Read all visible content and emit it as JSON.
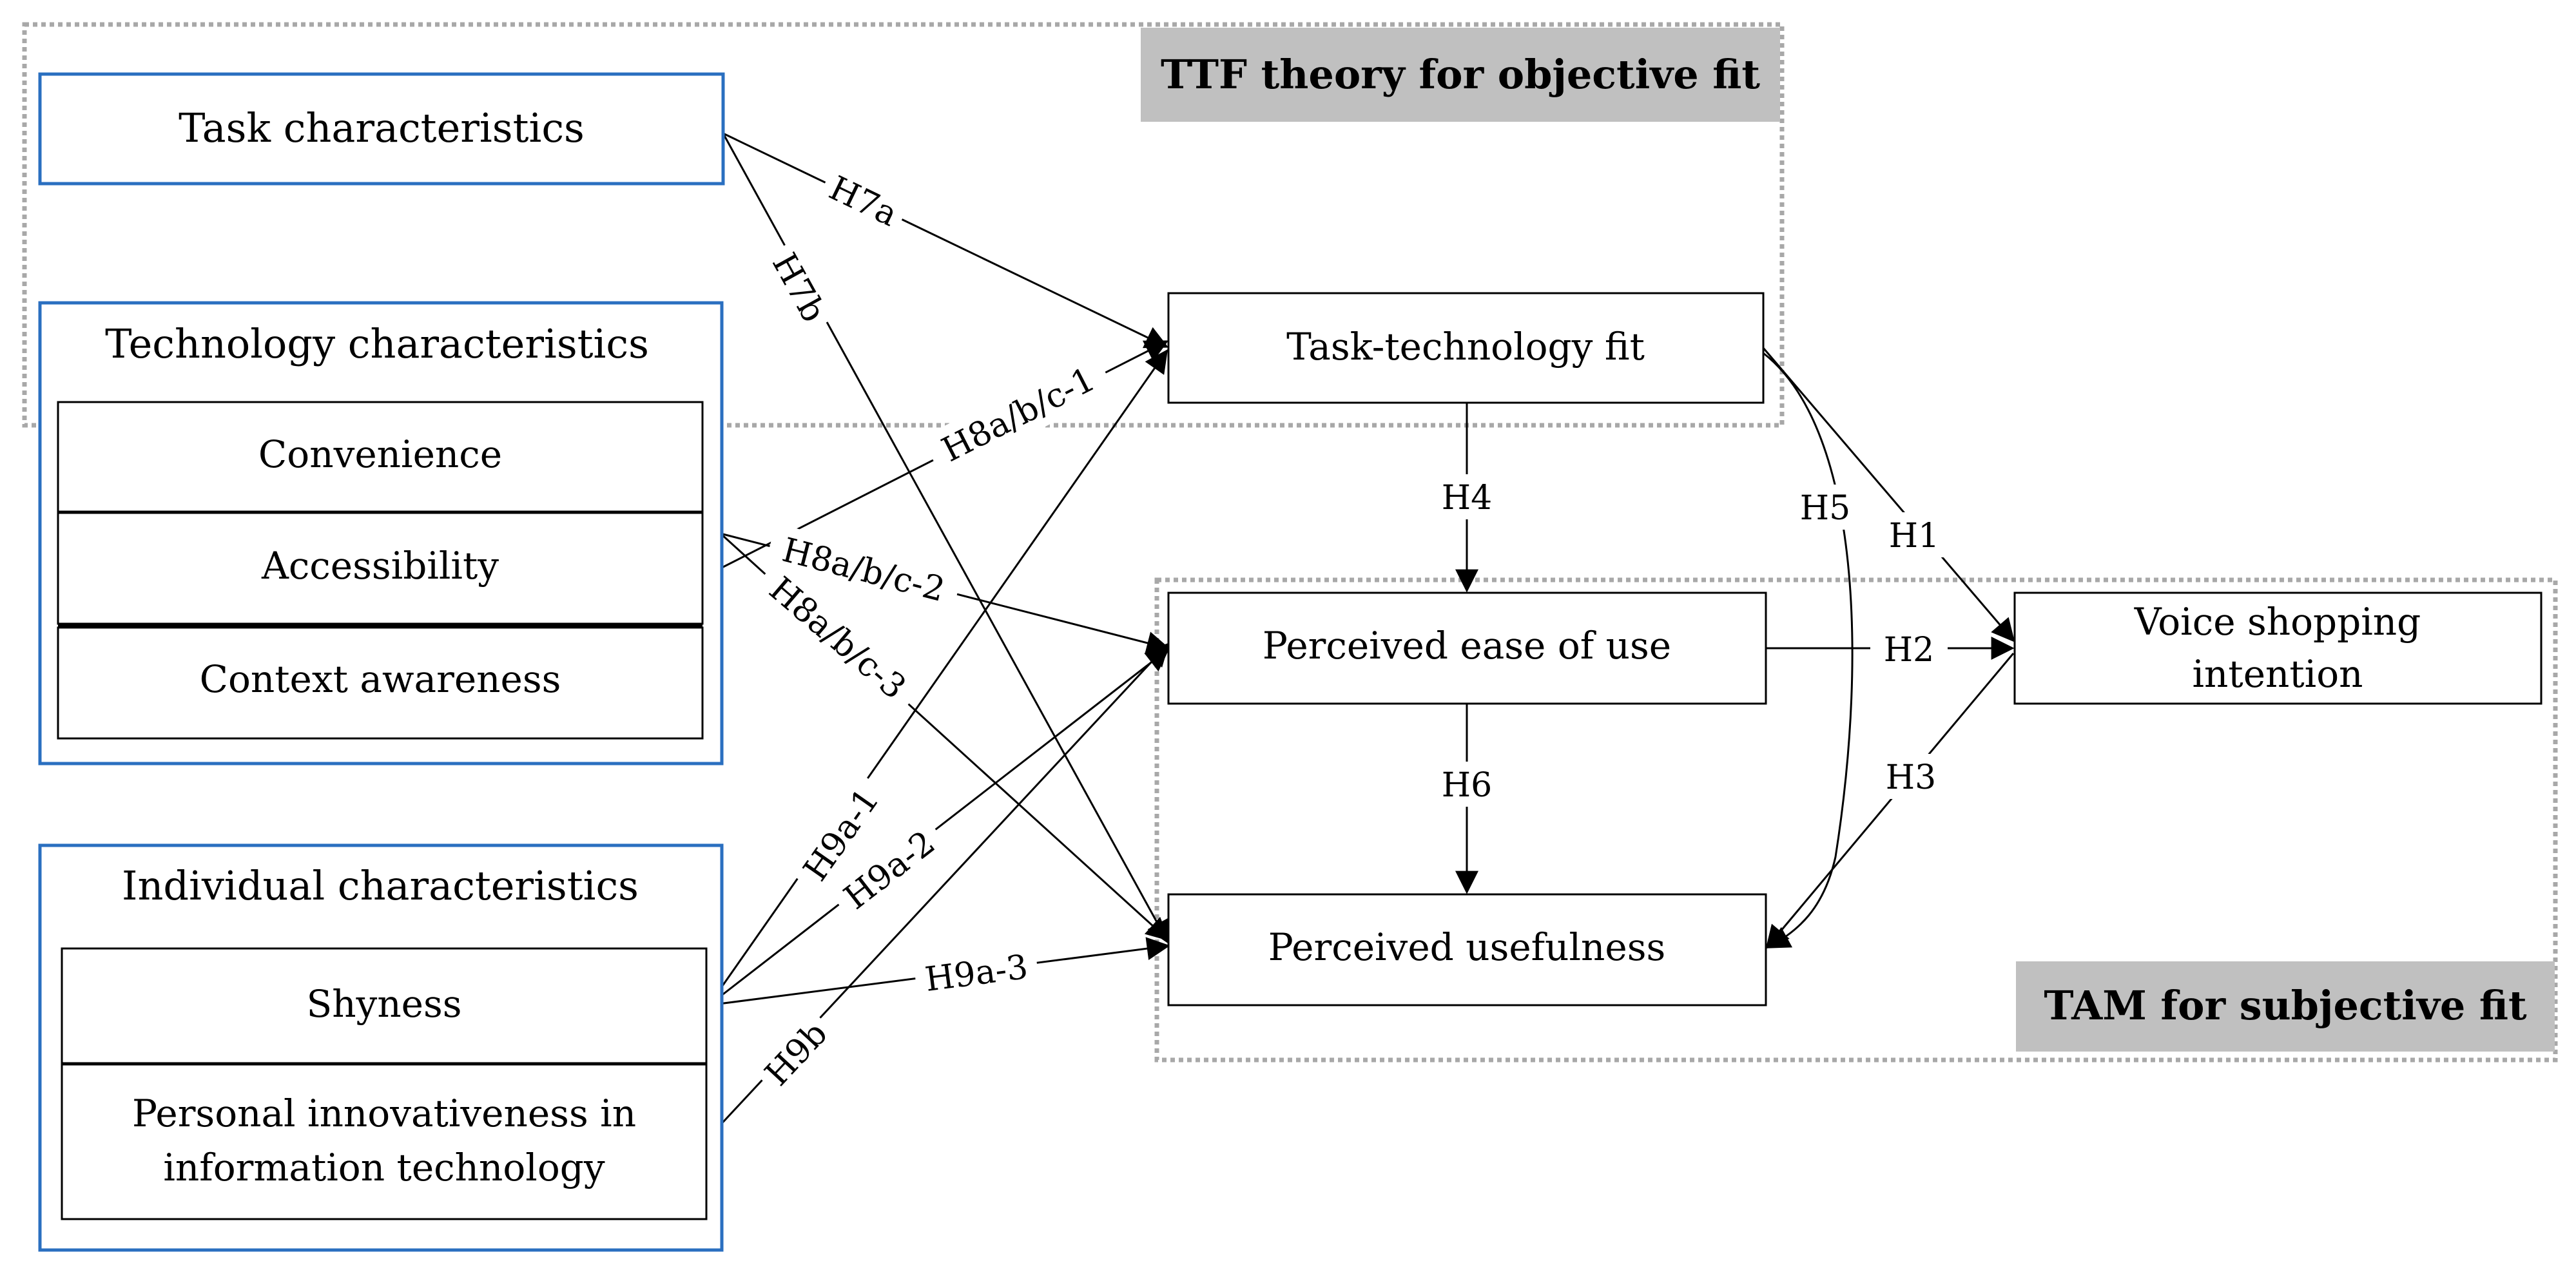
{
  "frames": {
    "ttf": "TTF theory for objective fit",
    "tam": "TAM for subjective fit"
  },
  "nodes": {
    "task_characteristics": "Task characteristics",
    "technology_characteristics": "Technology characteristics",
    "convenience": "Convenience",
    "accessibility": "Accessibility",
    "context_awareness": "Context awareness",
    "individual_characteristics": "Individual characteristics",
    "shyness": "Shyness",
    "piit_line1": "Personal innovativeness in",
    "piit_line2": "information technology",
    "task_technology_fit": "Task-technology fit",
    "perceived_ease_of_use": "Perceived ease of use",
    "perceived_usefulness": "Perceived usefulness",
    "voice_line1": "Voice shopping",
    "voice_line2": "intention"
  },
  "edges": {
    "h7a": "H7a",
    "h7b": "H7b",
    "h8_1": "H8a/b/c-1",
    "h8_2": "H8a/b/c-2",
    "h8_3": "H8a/b/c-3",
    "h9a_1": "H9a-1",
    "h9a_2": "H9a-2",
    "h9a_3": "H9a-3",
    "h9b": "H9b",
    "h1": "H1",
    "h2": "H2",
    "h3": "H3",
    "h4": "H4",
    "h5": "H5",
    "h6": "H6"
  }
}
